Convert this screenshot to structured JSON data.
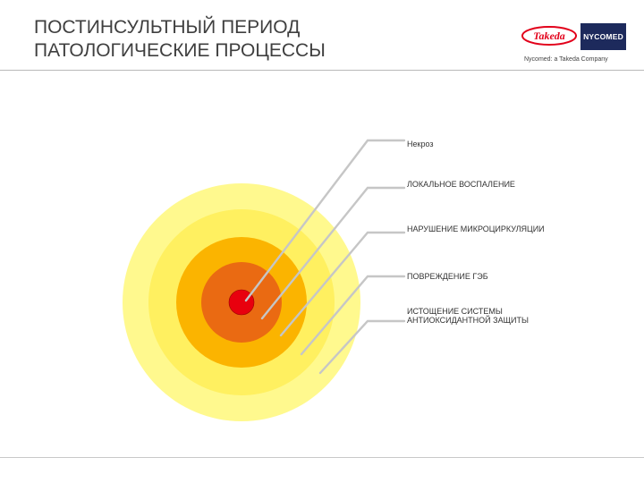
{
  "title": {
    "line1": "ПОСТИНСУЛЬТНЫЙ ПЕРИОД",
    "line2": "ПАТОЛОГИЧЕСКИЕ ПРОЦЕССЫ"
  },
  "logo": {
    "takeda": "Takeda",
    "nycomed": "NYCOMED",
    "tagline": "Nycomed: a Takeda Company"
  },
  "diagram": {
    "rings": [
      {
        "label": "Некроз",
        "color": "#e8000e"
      },
      {
        "label": "ЛОКАЛЬНОЕ ВОСПАЛЕНИЕ",
        "color": "#ea6a12"
      },
      {
        "label": "НАРУШЕНИЕ МИКРОЦИРКУЛЯЦИИ",
        "color": "#fbb400"
      },
      {
        "label": "ПОВРЕЖДЕНИЕ ГЭБ",
        "color": "#fff060"
      },
      {
        "label": "ИСТОЩЕНИЕ СИСТЕМЫ АНТИОКСИДАНТНОЙ ЗАЩИТЫ",
        "color": "#fff98e"
      }
    ],
    "connector_color": "#c6c6c6"
  }
}
